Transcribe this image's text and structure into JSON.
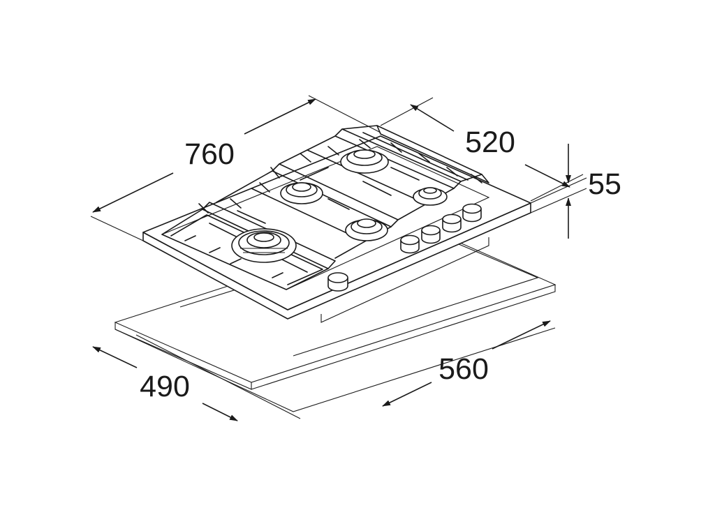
{
  "dimensions": {
    "width": "760",
    "depth": "520",
    "height": "55",
    "cutout_width": "560",
    "cutout_depth": "490"
  },
  "colors": {
    "ink": "#1a1a1a",
    "background": "#ffffff"
  },
  "appliance": {
    "burners": 5,
    "knobs": 5
  }
}
